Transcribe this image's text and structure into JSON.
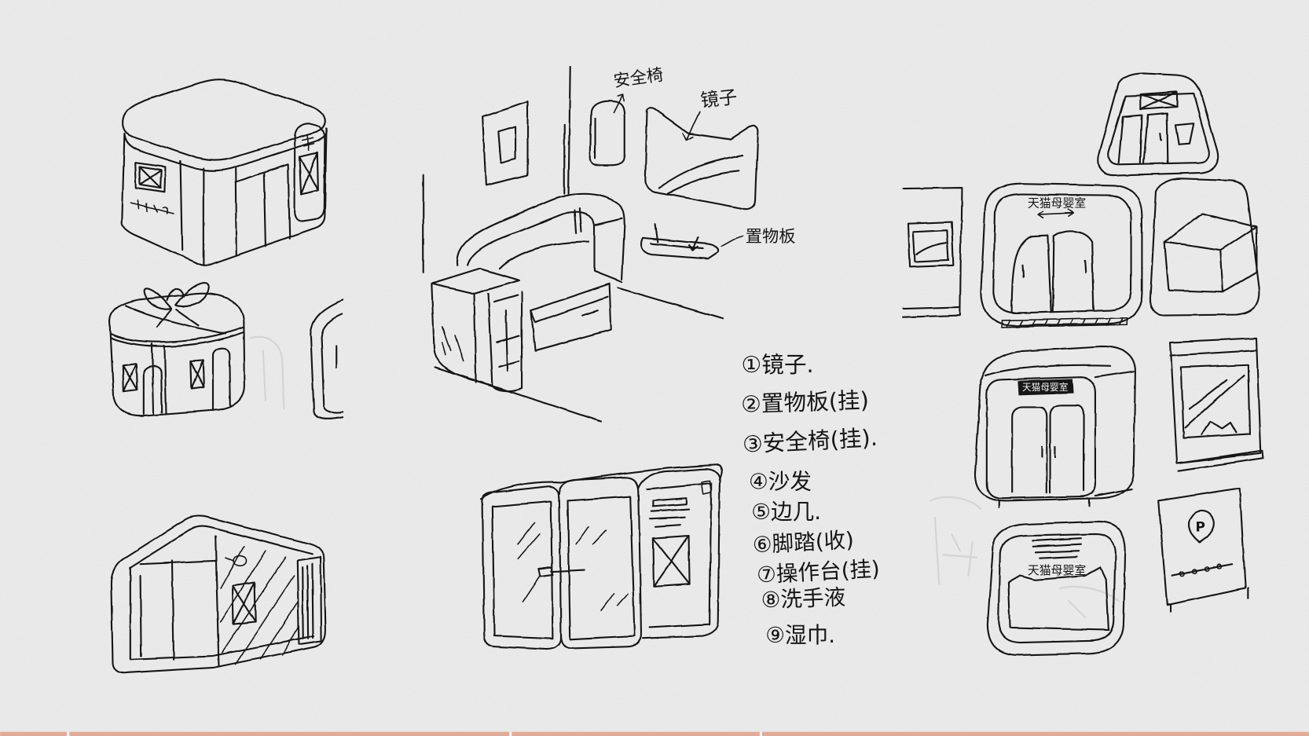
{
  "colors": {
    "paper": "#ededed",
    "ink": "#151515",
    "faint": "#d4d4d4",
    "edge": "#e2ab99"
  },
  "room_labels": {
    "safety_seat": "安全椅",
    "mirror": "镜子",
    "shelf": "置物板"
  },
  "item_list": [
    "①镜子.",
    "②置物板(挂)",
    "③安全椅(挂).",
    "④沙发",
    "⑤边几.",
    "⑥脚踏(收)",
    "⑦操作台(挂)",
    "⑧洗手液",
    "⑨湿巾."
  ],
  "pod_signs": {
    "front_pod": "天猫母婴室",
    "banner_pod": "天猫母婴室",
    "mirror_pod": "天猫母婴室"
  },
  "pin_letter": "P",
  "icons": {
    "pin": "location-pin-icon"
  }
}
